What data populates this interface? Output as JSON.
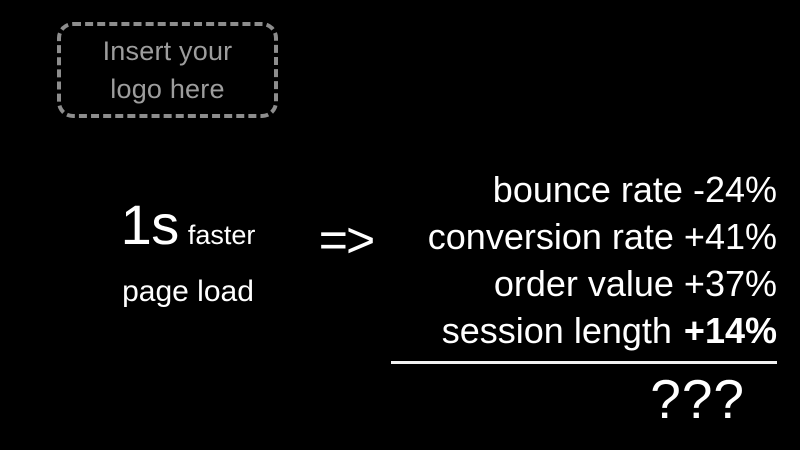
{
  "slide": {
    "background_color": "#000000",
    "text_color": "#ffffff",
    "placeholder_color": "#9d9d9d"
  },
  "logo": {
    "text": "Insert your\nlogo here"
  },
  "statement": {
    "big_number": "1s",
    "qualifier": "faster",
    "subject": "page load"
  },
  "arrow": {
    "glyph": "=>"
  },
  "metrics": {
    "rows": [
      {
        "label": "bounce rate",
        "value": "-24%"
      },
      {
        "label": "conversion rate",
        "value": "+41%"
      },
      {
        "label": "order value",
        "value": "+37%"
      },
      {
        "label": "session length",
        "value": "+14%"
      }
    ],
    "total": "???"
  }
}
